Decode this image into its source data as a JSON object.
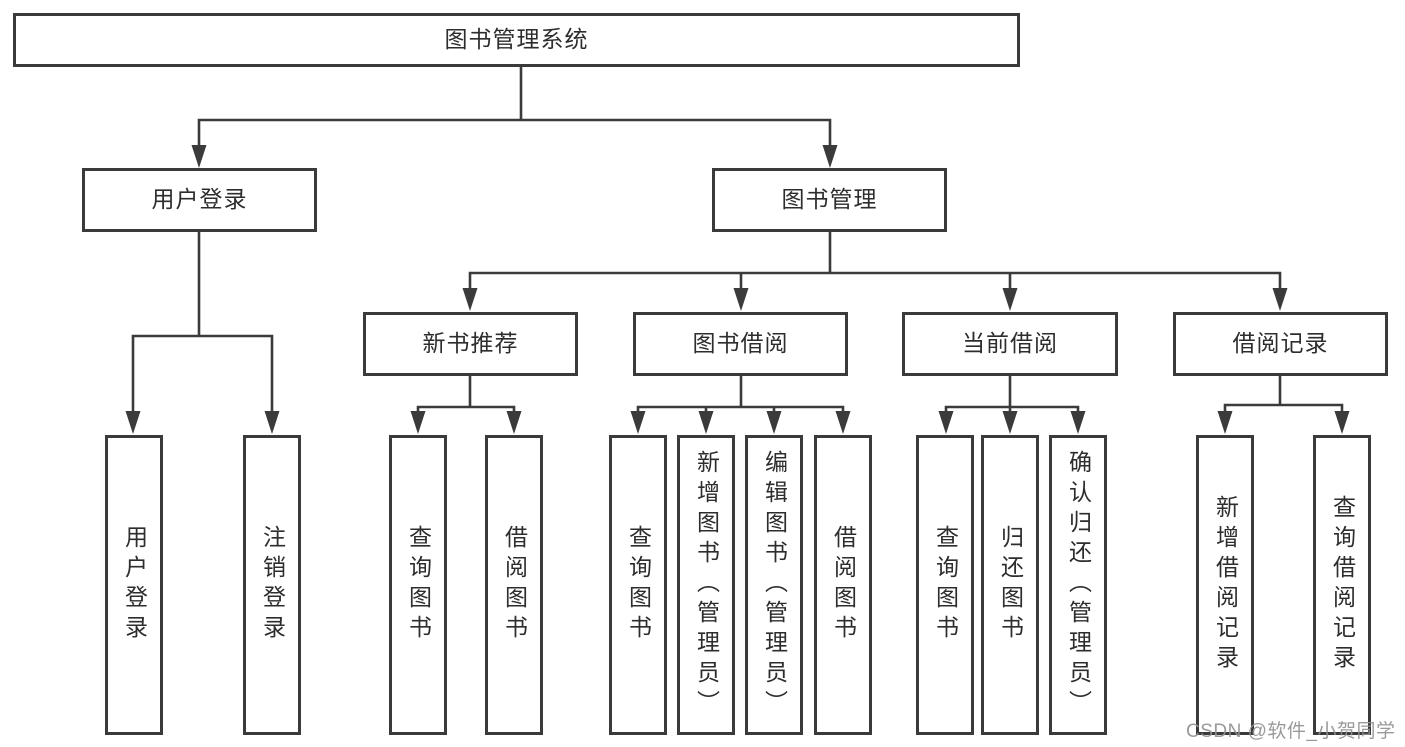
{
  "colors": {
    "background": "#ffffff",
    "line": "#3b3b3b",
    "box_border": "#3a3a3a",
    "box_fill": "#ffffff",
    "text": "#2d2d2d",
    "watermark": "#919191"
  },
  "nodes": {
    "root": {
      "label": "图书管理系统"
    },
    "user_login": {
      "label": "用户登录"
    },
    "book_mgmt": {
      "label": "图书管理"
    },
    "new_book_rec": {
      "label": "新书推荐"
    },
    "book_borrow": {
      "label": "图书借阅"
    },
    "current_borrow": {
      "label": "当前借阅"
    },
    "borrow_record": {
      "label": "借阅记录"
    },
    "leaf_user_login": {
      "label": "用户登录"
    },
    "leaf_logout": {
      "label": "注销登录"
    },
    "leaf_query_book_1": {
      "label": "查询图书"
    },
    "leaf_borrow_book_1": {
      "label": "借阅图书"
    },
    "leaf_query_book_2": {
      "label": "查询图书"
    },
    "leaf_add_book": {
      "label": "新增图书（管理员）"
    },
    "leaf_edit_book": {
      "label": "编辑图书（管理员）"
    },
    "leaf_borrow_book_2": {
      "label": "借阅图书"
    },
    "leaf_query_book_3": {
      "label": "查询图书"
    },
    "leaf_return_book": {
      "label": "归还图书"
    },
    "leaf_confirm_return": {
      "label": "确认归还（管理员）"
    },
    "leaf_add_record": {
      "label": "新增借阅记录"
    },
    "leaf_query_record": {
      "label": "查询借阅记录"
    }
  },
  "watermark": {
    "text": "CSDN @软件_小贺同学"
  }
}
